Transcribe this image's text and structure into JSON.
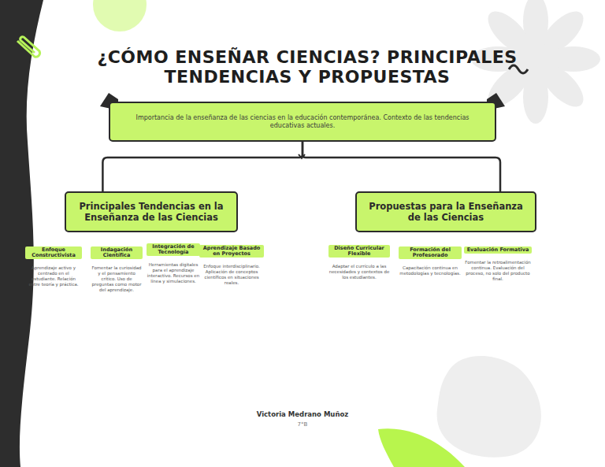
{
  "diagram": {
    "title": "¿CÓMO ENSEÑAR CIENCIAS? PRINCIPALES TENDENCIAS Y PROPUESTAS",
    "nodes": [
      {
        "text": [
          "Importancia de la enseñanza de las ciencias en la educación contemporánea. Contexto de las tendencias educativas actuales."
        ]
      },
      {
        "text": [
          "Principales Tendencias en la Enseñanza de las Ciencias"
        ]
      },
      {
        "text": [
          "Propuestas para la Enseñanza de las Ciencias"
        ]
      },
      {
        "text": [
          "Enfoque Constructivista",
          "Aprendizaje activo y centrado en el estudiante. Relación entre teoría y práctica."
        ]
      },
      {
        "text": [
          "Indagación Científica",
          "Fomentar la curiosidad y el pensamiento crítico. Uso de preguntas como motor del aprendizaje."
        ]
      },
      {
        "text": [
          "Integración de Tecnología",
          "Herramientas digitales para el aprendizaje interactivo. Recursos en línea y simulaciones."
        ]
      },
      {
        "text": [
          "Aprendizaje Basado en Proyectos",
          "Enfoque interdisciplinario. Aplicación de conceptos científicos en situaciones reales."
        ]
      },
      {
        "text": [
          "Diseño Curricular Flexible",
          "Adaptar el currículo a las necesidades y contextos de los estudiantes."
        ]
      },
      {
        "text": [
          "Formación del Profesorado",
          "Capacitación continua en metodologías y tecnologías."
        ]
      },
      {
        "text": [
          "Evaluación Formativa",
          "Fomentar la retroalimentación continua. Evaluación del proceso, no solo del producto final."
        ]
      }
    ],
    "edges": [
      {
        "from": 0,
        "to": 1,
        "arrow": "none"
      },
      {
        "from": 0,
        "to": 2,
        "arrow": "none"
      }
    ],
    "labels": [
      "Victoria Medrano Muñoz",
      "7°B"
    ]
  }
}
